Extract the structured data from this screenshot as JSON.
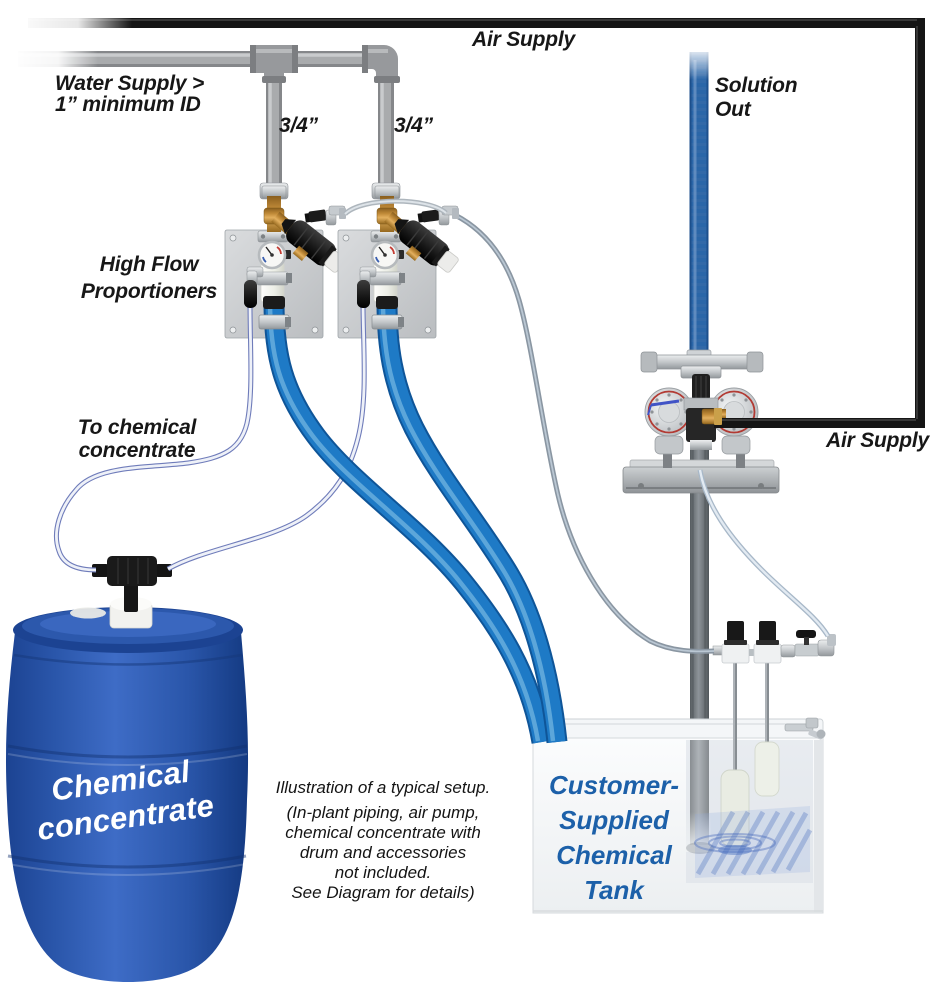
{
  "labels": {
    "air_supply_top": "Air Supply",
    "air_supply_right": "Air Supply",
    "water_supply_line1": "Water Supply >",
    "water_supply_line2": "1” minimum ID",
    "pipe_size_left": "3/4”",
    "pipe_size_right": "3/4”",
    "high_flow_line1": "High Flow",
    "high_flow_line2": "Proportioners",
    "solution_out_line1": "Solution",
    "solution_out_line2": "Out",
    "to_chemical_line1": "To chemical",
    "to_chemical_line2": "concentrate"
  },
  "drum": {
    "label_line1": "Chemical",
    "label_line2": "concentrate",
    "color": "#2a56aa"
  },
  "tank": {
    "label_line1": "Customer-",
    "label_line2": "Supplied",
    "label_line3": "Chemical",
    "label_line4": "Tank",
    "label_color": "#1c60a9"
  },
  "note": {
    "lines": [
      "Illustration of a typical setup.",
      "(In-plant piping, air pump,",
      "chemical concentrate with",
      "drum and accessories",
      "not included.",
      "See Diagram for details)"
    ]
  },
  "colors": {
    "hose_blue": "#1e7ac6",
    "solution_hose_blue": "#2a66a8",
    "air_pipe_black": "#151515",
    "water_pipe_gray": "#a9abad",
    "brass": "#c08a38",
    "drum_blue": "#2a56aa",
    "tank_label_blue": "#1c60a9",
    "thin_tube_blue": "#6f7cba",
    "transfer_tube_gray": "#8a96a2"
  }
}
